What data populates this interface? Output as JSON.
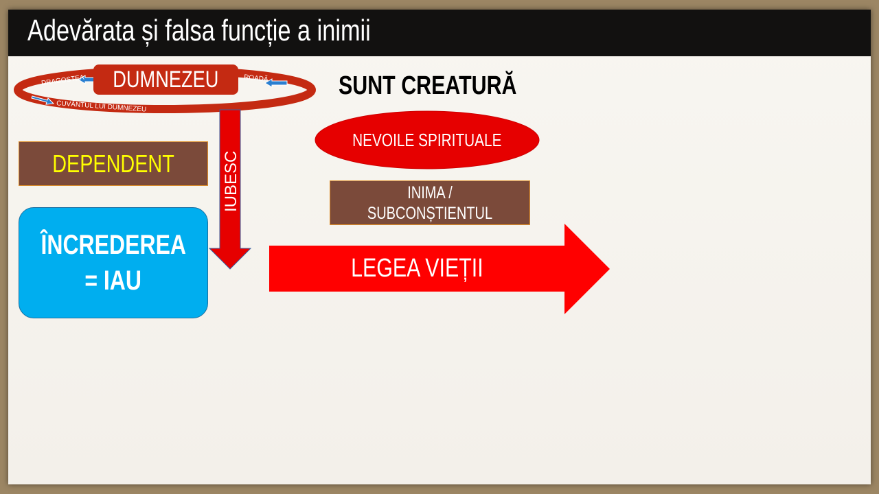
{
  "title": "Adevărata și falsa funcție a inimii",
  "cycle": {
    "center": "DUMNEZEU",
    "left": "DRAGOSTEA",
    "right": "ROADĂ",
    "bottom": "CUVÂNTUL LUI DUMNEZEU"
  },
  "down_arrow": "IUBESC",
  "heading": "SUNT CREATURĂ",
  "needs": "NEVOILE SPIRITUALE",
  "heart": "INIMA / SUBCONȘTIENTUL",
  "dependent": "DEPENDENT",
  "trust": {
    "line1": "ÎNCREDEREA",
    "line2": "= IAU"
  },
  "law": "LEGEA VIEȚII",
  "colors": {
    "red": "#e60000",
    "dark_red": "#c42a12",
    "brown": "#7b4a3a",
    "blue": "#00aeef",
    "yellow": "#ffff00"
  }
}
